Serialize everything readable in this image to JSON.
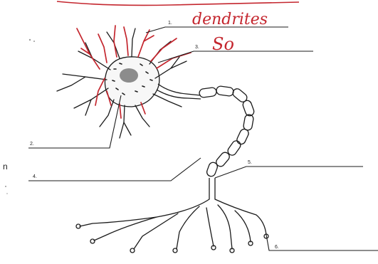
{
  "colors": {
    "ink": "#c4262e",
    "outline": "#1b1b1b",
    "soma_fill": "#f7f7f7",
    "nucleus": "#8c8c8c",
    "page": "#ffffff"
  },
  "icons": {
    "neuron": "neuron-drawing"
  },
  "worksheet": {
    "labels": [
      {
        "number": "1.",
        "answer": "dendrites"
      },
      {
        "number": "2.",
        "answer": ""
      },
      {
        "number": "3.",
        "answer": "So"
      },
      {
        "number": "4.",
        "answer": ""
      },
      {
        "number": "5.",
        "answer": ""
      },
      {
        "number": "6.",
        "answer": ""
      }
    ],
    "margin_text": "n"
  }
}
